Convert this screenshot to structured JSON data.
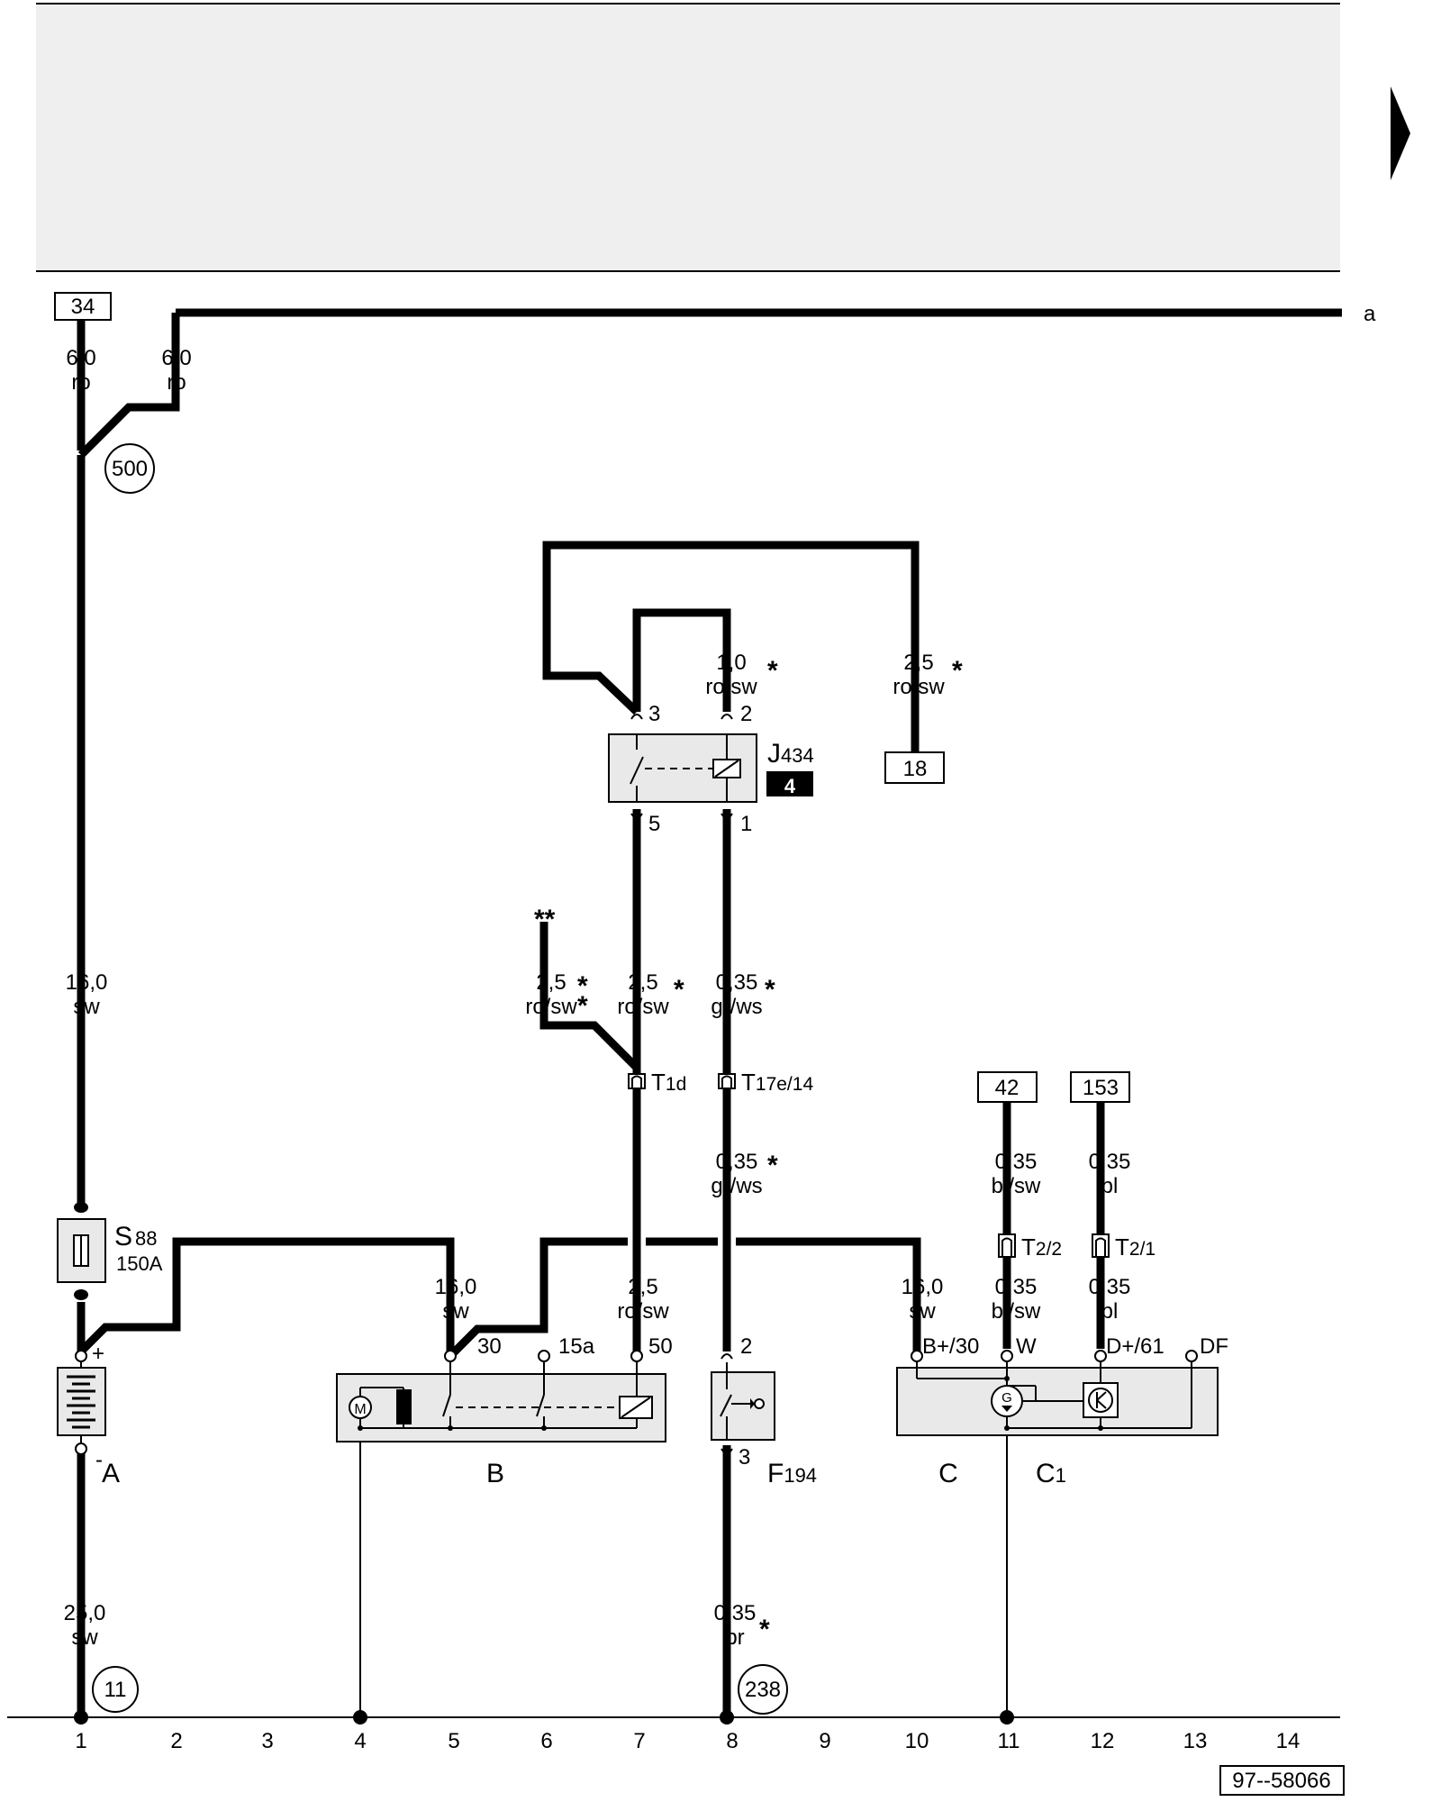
{
  "diagram": {
    "continuation_label": "a",
    "figure_id": "97--58066",
    "ref_boxes": [
      "34",
      "18",
      "42",
      "153"
    ],
    "circle_refs": [
      "500",
      "11",
      "238"
    ],
    "components": {
      "J434": {
        "letter": "J",
        "sub": "434",
        "tag": "4",
        "pins": [
          "3",
          "2",
          "5",
          "1"
        ]
      },
      "S88": {
        "letter": "S",
        "sub": "88",
        "rating": "150A"
      },
      "A": {
        "label": "A",
        "plus": "+",
        "minus": "-"
      },
      "B": {
        "label": "B",
        "pins": [
          "30",
          "15a",
          "50"
        ],
        "motor": "M"
      },
      "F194": {
        "letter": "F",
        "sub": "194",
        "pins": [
          "2",
          "3"
        ]
      },
      "C": {
        "label": "C",
        "pins": [
          "B+/30",
          "W",
          "D+/61",
          "DF"
        ],
        "gen": "G"
      },
      "C1": {
        "letter": "C",
        "sub": "1"
      }
    },
    "connectors": {
      "t1d": {
        "letter": "T",
        "sub": "1d"
      },
      "t17e": {
        "letter": "T",
        "sub": "17e/14"
      },
      "t22": {
        "letter": "T",
        "sub": "2/2"
      },
      "t21": {
        "letter": "T",
        "sub": "2/1"
      }
    },
    "wires": {
      "w34a": {
        "gauge": "6,0",
        "color": "ro"
      },
      "w34b": {
        "gauge": "6,0",
        "color": "ro"
      },
      "w_main": {
        "gauge": "16,0",
        "color": "sw"
      },
      "w_j2": {
        "gauge": "1,0",
        "color": "ro/sw"
      },
      "w_18": {
        "gauge": "2,5",
        "color": "ro/sw"
      },
      "w_j5": {
        "gauge": "2,5",
        "color": "ro/sw"
      },
      "w_dstar": {
        "gauge": "2,5",
        "color": "ro/sw"
      },
      "w_j1": {
        "gauge": "0,35",
        "color": "gr/ws"
      },
      "w_t17": {
        "gauge": "0,35",
        "color": "gr/ws"
      },
      "w_42": {
        "gauge": "0,35",
        "color": "bl/sw"
      },
      "w_153": {
        "gauge": "0,35",
        "color": "bl"
      },
      "w_b30": {
        "gauge": "16,0",
        "color": "sw"
      },
      "w_b50": {
        "gauge": "2,5",
        "color": "ro/sw"
      },
      "w_c30": {
        "gauge": "16,0",
        "color": "sw"
      },
      "w_cw": {
        "gauge": "0,35",
        "color": "bl/sw"
      },
      "w_cd": {
        "gauge": "0,35",
        "color": "bl"
      },
      "w_gnd": {
        "gauge": "25,0",
        "color": "sw"
      },
      "w_f3": {
        "gauge": "0,35",
        "color": "br"
      }
    },
    "marks": {
      "single": "*",
      "double": "**"
    },
    "track_numbers": [
      "1",
      "2",
      "3",
      "4",
      "5",
      "6",
      "7",
      "8",
      "9",
      "10",
      "11",
      "12",
      "13",
      "14"
    ]
  }
}
